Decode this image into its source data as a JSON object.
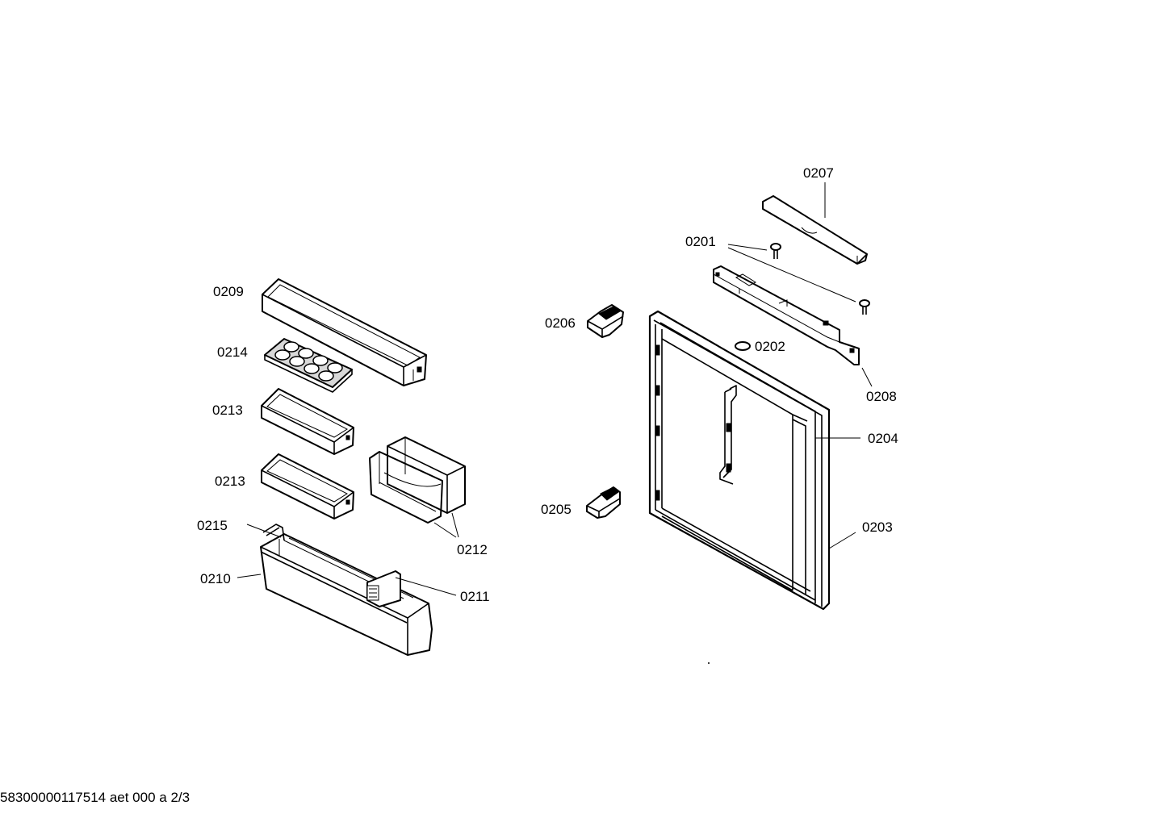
{
  "labels": {
    "p0201": "0201",
    "p0202": "0202",
    "p0203": "0203",
    "p0204": "0204",
    "p0205": "0205",
    "p0206": "0206",
    "p0207": "0207",
    "p0208": "0208",
    "p0209": "0209",
    "p0210": "0210",
    "p0211": "0211",
    "p0212": "0212",
    "p0213a": "0213",
    "p0213b": "0213",
    "p0214": "0214",
    "p0215": "0215"
  },
  "footer": {
    "doc_id": "58300000117514 aet 000 a 2/3"
  }
}
